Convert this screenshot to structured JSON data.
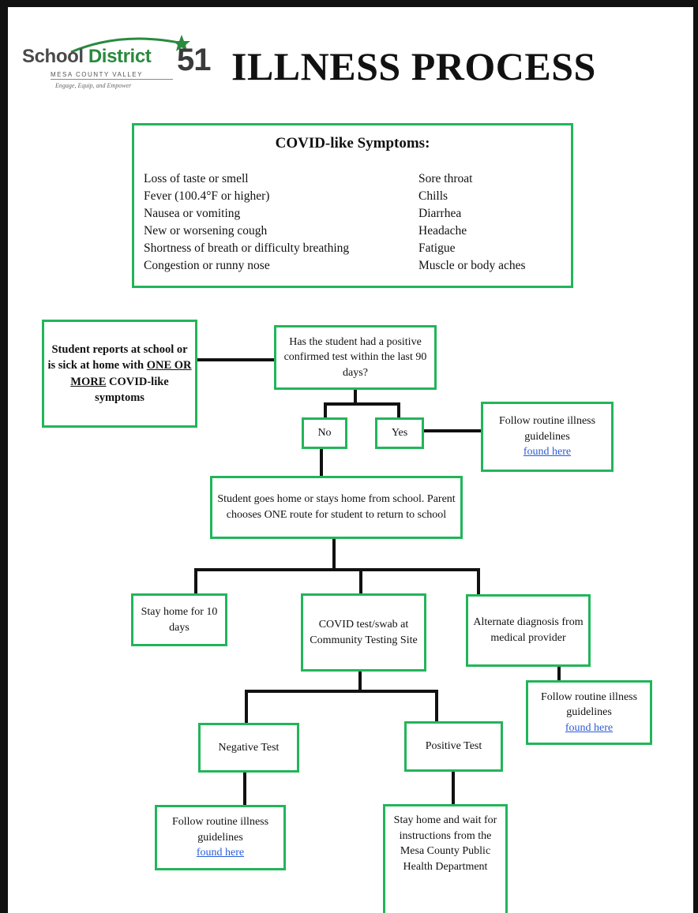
{
  "header": {
    "logo": {
      "text_primary": "School ",
      "text_accent": "District",
      "number": "51",
      "subtitle": "MESA COUNTY VALLEY",
      "tagline": "Engage, Equip, and Empower"
    },
    "title": "ILLNESS PROCESS"
  },
  "symptoms": {
    "title": "COVID-like Symptoms:",
    "left": [
      "Loss of taste or smell",
      "Fever (100.4°F or higher)",
      "Nausea or vomiting",
      "New or worsening cough",
      "Shortness of breath or difficulty breathing",
      "Congestion or runny nose"
    ],
    "right": [
      "Sore throat",
      "Chills",
      "Diarrhea",
      "Headache",
      "Fatigue",
      "Muscle or body aches"
    ]
  },
  "flow": {
    "start": {
      "part1": "Student reports at school or is sick at home with ",
      "emphasis": "ONE OR MORE",
      "part2": " COVID-like symptoms"
    },
    "question": "Has the student had a positive confirmed test within the last 90 days?",
    "no": "No",
    "yes": "Yes",
    "yes_followup": {
      "text": "Follow routine illness guidelines",
      "link": "found here"
    },
    "go_home": "Student goes home or stays home from school. Parent chooses ONE route for student to return to school",
    "route_stay": "Stay home for 10 days",
    "route_test": "COVID test/swab at Community Testing Site",
    "route_alt": "Alternate diagnosis from medical provider",
    "alt_followup": {
      "text": "Follow routine illness guidelines",
      "link": "found here"
    },
    "negative": "Negative Test",
    "positive": "Positive Test",
    "negative_followup": {
      "text": "Follow routine illness guidelines",
      "link": "found here"
    },
    "positive_followup": "Stay home and wait for instructions from the Mesa County Public Health Department"
  },
  "colors": {
    "box_border": "#22b55a",
    "line": "#111111",
    "link": "#2a5bd7",
    "logo_green": "#2a8a3e"
  }
}
